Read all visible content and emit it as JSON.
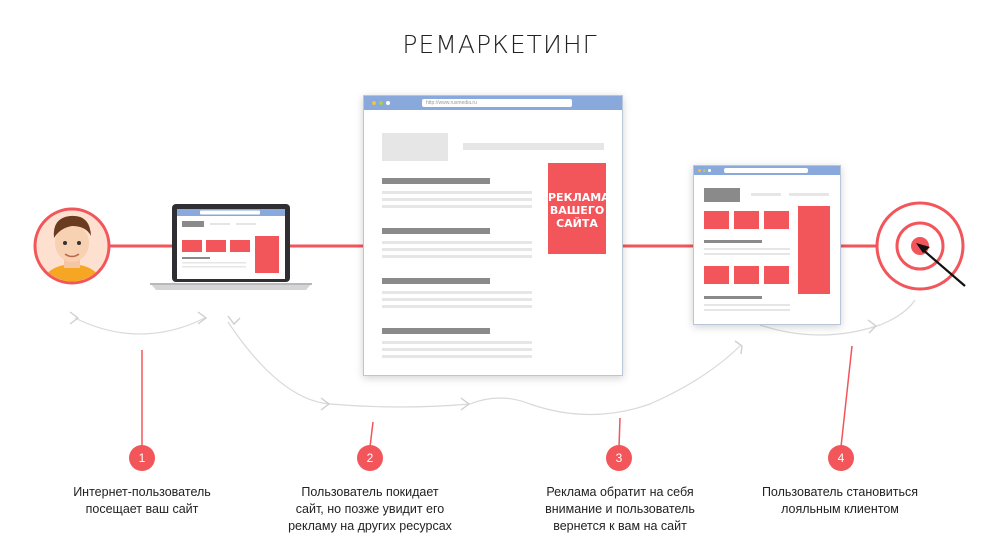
{
  "title": "РЕМАРКЕТИНГ",
  "colors": {
    "accent": "#f2555a",
    "browser_bar": "#89a8db",
    "placeholder": "#8a8a8a"
  },
  "browser_url": "http://www.rusmedia.ru",
  "ad_banner": {
    "line1": "РЕКЛАМА",
    "line2": "ВАШЕГО",
    "line3": "САЙТА"
  },
  "icons": [
    "user-avatar-icon",
    "laptop-icon",
    "target-icon",
    "cursor-arrow-icon"
  ],
  "steps": [
    {
      "number": "1",
      "line1": "Интернет-пользователь",
      "line2": "посещает ваш сайт"
    },
    {
      "number": "2",
      "line1": "Пользователь покидает",
      "line2": "сайт, но позже увидит его",
      "line3": "рекламу на других ресурсах"
    },
    {
      "number": "3",
      "line1": "Реклама обратит на себя",
      "line2": "внимание и пользователь",
      "line3": "вернется к вам на сайт"
    },
    {
      "number": "4",
      "line1": "Пользователь становиться",
      "line2": "лояльным клиентом"
    }
  ]
}
